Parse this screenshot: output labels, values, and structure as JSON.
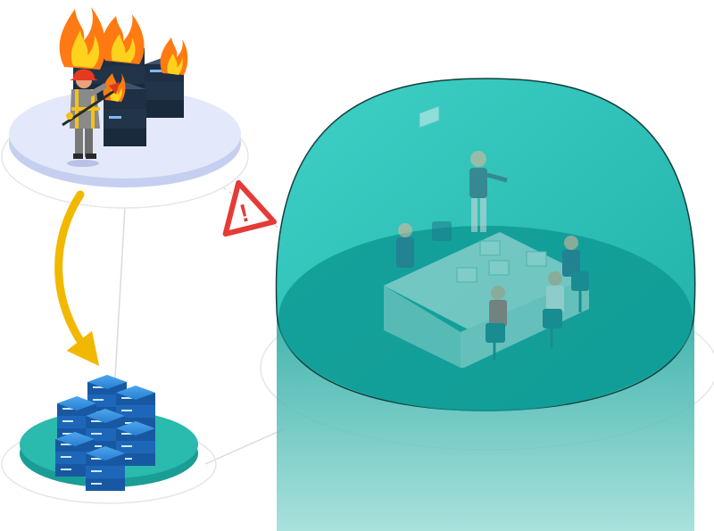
{
  "diagram": {
    "nodes": [
      {
        "id": "burning-datacenter",
        "state": "on-fire"
      },
      {
        "id": "backup-datacenter",
        "state": "operational"
      },
      {
        "id": "protected-office",
        "state": "shielded"
      }
    ],
    "edges": [
      {
        "from": "burning-datacenter",
        "to": "backup-datacenter",
        "kind": "failover-arrow"
      },
      {
        "from": "burning-datacenter",
        "to": "protected-office",
        "kind": "connector"
      },
      {
        "from": "backup-datacenter",
        "to": "protected-office",
        "kind": "connector"
      }
    ],
    "warning": {
      "symbol": "!"
    }
  },
  "colors": {
    "fire_platform": "#e3e9fa",
    "backup_platform": "#2bbaae",
    "server_dark": "#1f2f44",
    "server_blue": "#1e67b8",
    "server_blue_light": "#3e95e0",
    "dome": "#2fc1b9",
    "dome_floor": "#0f9a94",
    "arrow": "#f2b800",
    "warning": "#e53b36",
    "flame_outer": "#ff7a12",
    "flame_inner": "#ffd21e"
  },
  "icons": [
    "flame-icon",
    "warning-icon",
    "firefighter-icon",
    "server-stack-icon",
    "meeting-people-icon"
  ]
}
